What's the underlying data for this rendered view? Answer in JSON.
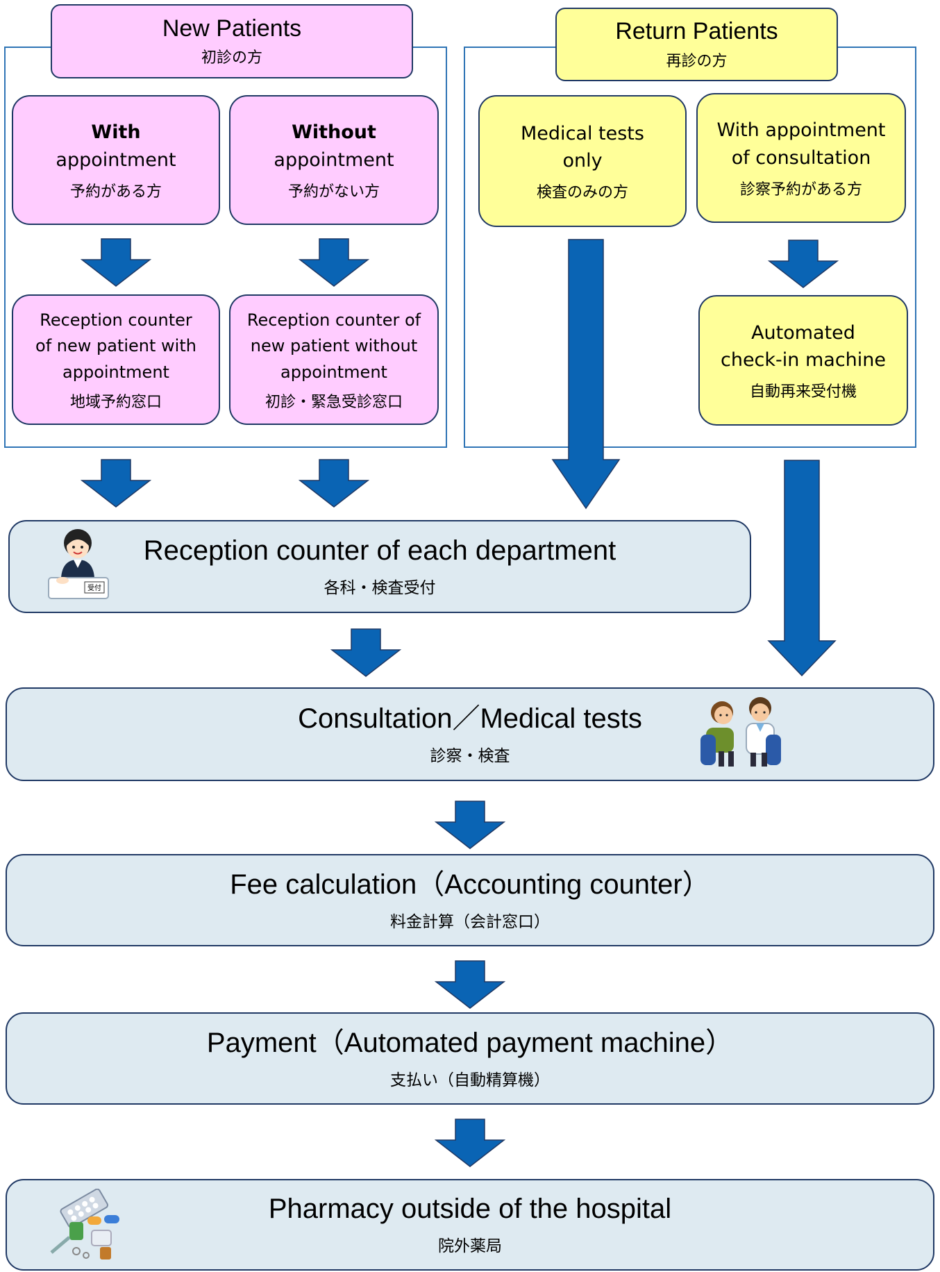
{
  "new_patients": {
    "title": "New Patients",
    "title_jp": "初診の方",
    "with_appt": {
      "line1": "With",
      "line2": "appointment",
      "jp": "予約がある方"
    },
    "without_appt": {
      "line1": "Without",
      "line2": "appointment",
      "jp": "予約がない方"
    },
    "reception_with": {
      "line1": "Reception counter",
      "line2": "of new patient with",
      "line3": "appointment",
      "jp": "地域予約窓口"
    },
    "reception_without": {
      "line1": "Reception counter of",
      "line2": "new patient without",
      "line3": "appointment",
      "jp": "初診・緊急受診窓口"
    }
  },
  "return_patients": {
    "title": "Return Patients",
    "title_jp": "再診の方",
    "tests_only": {
      "line1": "Medical tests",
      "line2": "only",
      "jp": "検査のみの方"
    },
    "with_consult": {
      "line1": "With appointment",
      "line2": "of consultation",
      "jp": "診察予約がある方"
    },
    "checkin": {
      "line1": "Automated",
      "line2": "check-in machine",
      "jp": "自動再来受付機"
    }
  },
  "steps": [
    {
      "title": "Reception counter of each department",
      "jp": "各科・検査受付",
      "icon": "receptionist-icon",
      "icon_text": "受付"
    },
    {
      "title": "Consultation／Medical tests",
      "jp": "診察・検査",
      "icon": "doctor-patient-icon"
    },
    {
      "title": "Fee calculation（Accounting counter）",
      "jp": "料金計算（会計窓口）"
    },
    {
      "title": "Payment（Automated payment machine）",
      "jp": "支払い（自動精算機）"
    },
    {
      "title": "Pharmacy outside of the hospital",
      "jp": "院外薬局",
      "icon": "medicine-icon"
    }
  ],
  "colors": {
    "pink": "#ffccff",
    "yellow": "#ffff99",
    "light_blue": "#deeaf1",
    "arrow": "#0a64b4",
    "frame": "#2e74b5",
    "border": "#1f3864"
  }
}
